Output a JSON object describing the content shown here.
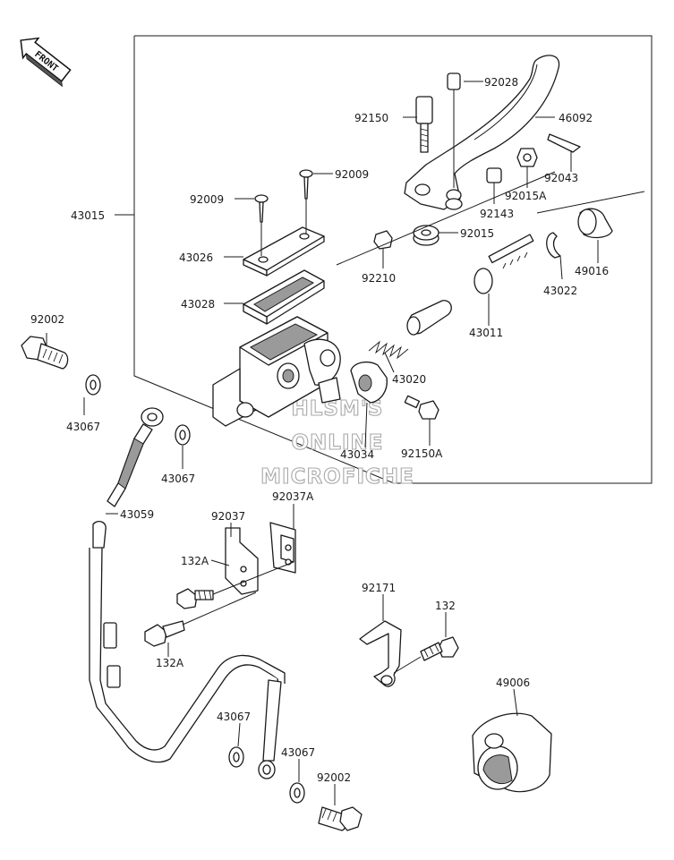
{
  "diagram": {
    "front_indicator": "FRONT",
    "watermark": [
      "HLSM'S",
      "ONLINE",
      "MICROFICHE"
    ],
    "parts": {
      "p92028": "92028",
      "p92150": "92150",
      "p46092": "46092",
      "p92009_right": "92009",
      "p92009_left": "92009",
      "p92043": "92043",
      "p92015A": "92015A",
      "p43015": "43015",
      "p92143": "92143",
      "p92015": "92015",
      "p43026": "43026",
      "p49016": "49016",
      "p92210": "92210",
      "p43022": "43022",
      "p43028": "43028",
      "p92002_top": "92002",
      "p43011": "43011",
      "p43020": "43020",
      "p43067_a": "43067",
      "p92150A": "92150A",
      "p43067_b": "43067",
      "p43034": "43034",
      "p92037A": "92037A",
      "p43059": "43059",
      "p92037": "92037",
      "p132A_top": "132A",
      "p92171": "92171",
      "p132": "132",
      "p132A_bottom": "132A",
      "p49006": "49006",
      "p43067_c": "43067",
      "p43067_d": "43067",
      "p92002_bottom": "92002"
    }
  }
}
